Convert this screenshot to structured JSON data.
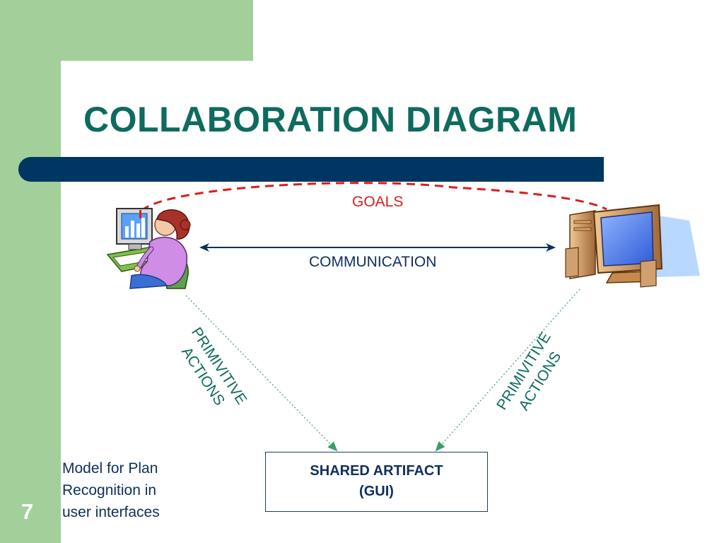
{
  "slide": {
    "title": "COLLABORATION DIAGRAM",
    "page_number": "7"
  },
  "diagram": {
    "goals_label": "GOALS",
    "communication_label": "COMMUNICATION",
    "primitive_actions_left": {
      "line1": "PRIMIVITIVE",
      "line2": "ACTIONS"
    },
    "primitive_actions_right": {
      "line1": "PRIMIVITIVE",
      "line2": "ACTIONS"
    },
    "shared_artifact": {
      "line1": "SHARED ARTIFACT",
      "line2": "(GUI)"
    }
  },
  "note": {
    "line1": "Model for Plan",
    "line2": "Recognition in",
    "line3": "user interfaces"
  },
  "colors": {
    "band_green": "#a3cf9b",
    "title_teal": "#0e6b5e",
    "title_bar_navy": "#003662",
    "goals_red": "#d91e1e",
    "text_navy": "#0d2f5c",
    "arrow_green": "#3a9e6c"
  },
  "icons": {
    "user": "woman-at-computer-icon",
    "computer": "desktop-computer-icon"
  }
}
